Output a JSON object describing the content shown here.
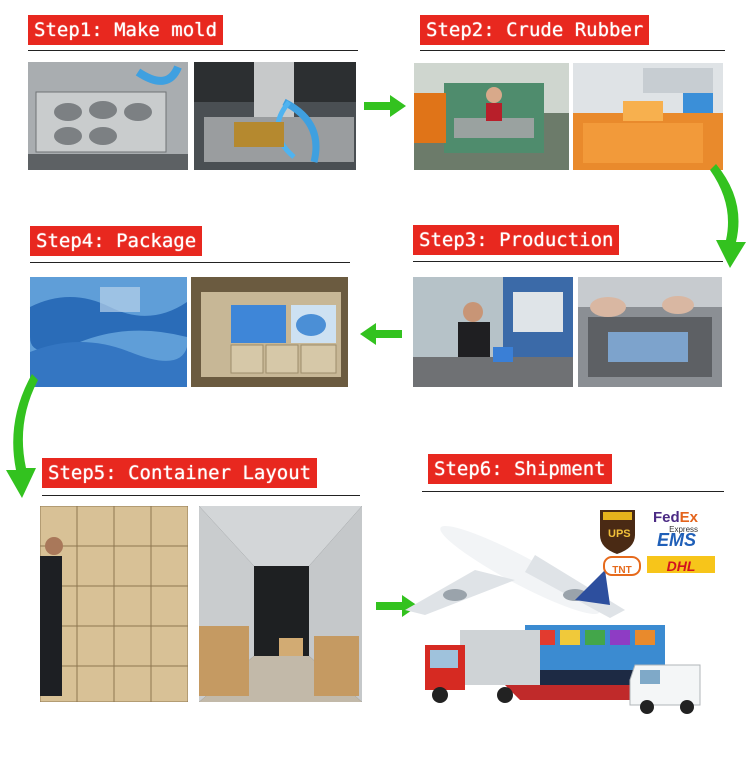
{
  "steps": {
    "step1": "Step1: Make mold",
    "step2": "Step2: Crude Rubber",
    "step3": "Step3: Production",
    "step4": "Step4: Package",
    "step5": "Step5: Container Layout",
    "step6": "Step6: Shipment"
  },
  "carriers": {
    "ups": "UPS",
    "fedex_fed": "Fed",
    "fedex_ex": "Ex",
    "fedex_sub": "Express",
    "ems": "EMS",
    "tnt": "TNT",
    "dhl": "DHL"
  },
  "colors": {
    "label_bg": "#e8281f",
    "arrow_green": "#33c21f"
  }
}
